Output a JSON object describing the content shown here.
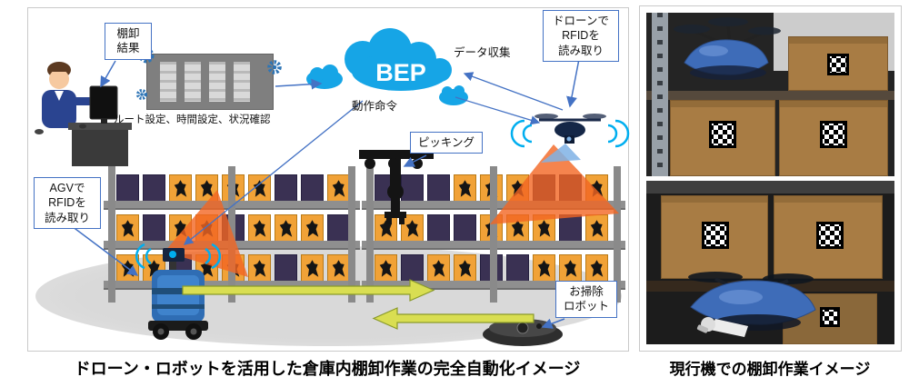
{
  "captions": {
    "left": "ドローン・ロボットを活用した倉庫内棚卸作業の完全自動化イメージ",
    "right": "現行機での棚卸作業イメージ"
  },
  "diagram": {
    "inventory_result_label": "棚卸\n結果",
    "route_text": "ルート設定、時間設定、状況確認",
    "cloud_label": "BEP",
    "data_collection_label": "データ収集",
    "operation_command_label": "動作命令",
    "drone_rfid_label": "ドローンで\nRFIDを\n読み取り",
    "picking_label": "ピッキング",
    "agv_rfid_label": "AGVで\nRFIDを\n読み取り",
    "cleaning_robot_label": "お掃除\nロボット",
    "icons": [
      "server-rack-icon",
      "gear-icon",
      "cloud-icon",
      "drone-icon",
      "robot-arm-icon",
      "agv-robot-icon",
      "cleaning-robot-icon",
      "wifi-signal-icon",
      "operator-at-pc-icon"
    ],
    "colors": {
      "accent_blue": "#4472C4",
      "cloud_blue": "#16A5E6",
      "scan_orange": "#F26522",
      "arrow_yellow": "#D9DE52",
      "box_orange": "#F1A237",
      "box_purple": "#3A3153"
    }
  }
}
